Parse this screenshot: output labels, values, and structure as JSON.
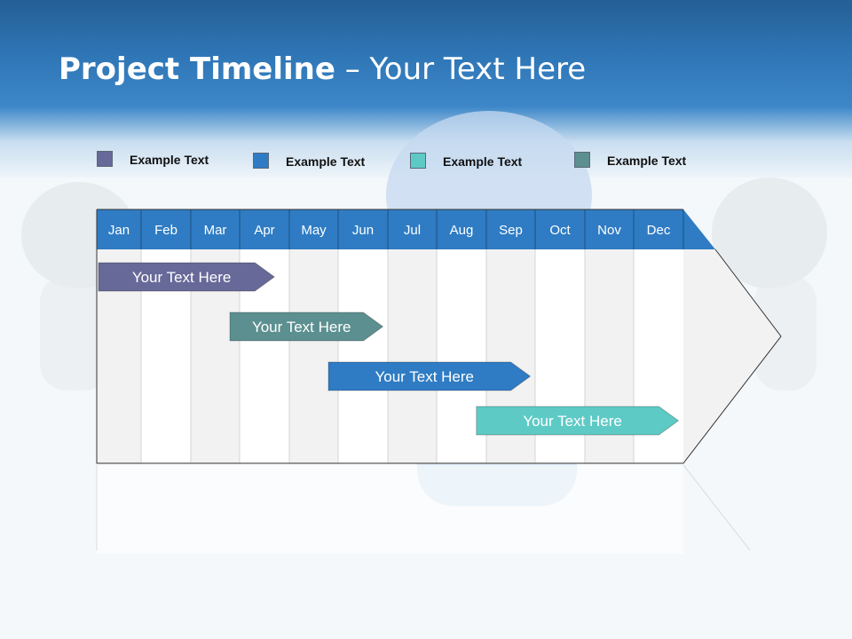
{
  "slide": {
    "title_bold": "Project Timeline",
    "title_rest": " – Your Text Here"
  },
  "legend": [
    {
      "label": "Example Text",
      "color": "#676999"
    },
    {
      "label": "Example Text",
      "color": "#2f7cc4"
    },
    {
      "label": "Example Text",
      "color": "#5ecac6"
    },
    {
      "label": "Example Text",
      "color": "#5c8f90"
    }
  ],
  "timeline": {
    "months": [
      "Jan",
      "Feb",
      "Mar",
      "Apr",
      "May",
      "Jun",
      "Jul",
      "Aug",
      "Sep",
      "Oct",
      "Nov",
      "Dec"
    ],
    "header_color": "#2f7cc4",
    "tasks": [
      {
        "label": "Your  Text Here",
        "start_month": 1,
        "end_month": 4.7,
        "color": "#676999"
      },
      {
        "label": "Your  Text Here",
        "start_month": 3.8,
        "end_month": 6.9,
        "color": "#5c8f90"
      },
      {
        "label": "Your  Text Here",
        "start_month": 5.8,
        "end_month": 9.9,
        "color": "#2f7cc4"
      },
      {
        "label": "Your  Text Here",
        "start_month": 8.8,
        "end_month": 12.9,
        "color": "#5ecac6"
      }
    ]
  }
}
